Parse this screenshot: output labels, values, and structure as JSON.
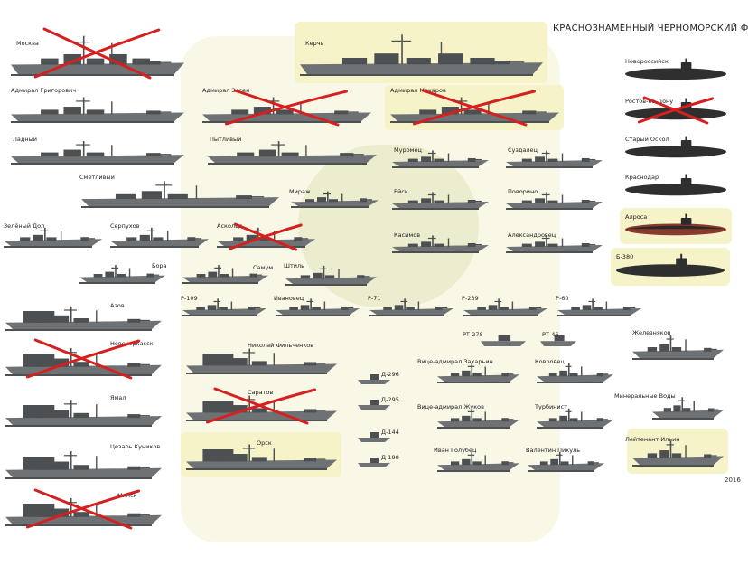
{
  "title": "КРАСНОЗНАМЕННЫЙ ЧЕРНОМОРСКИЙ ФЛОТ",
  "year": "2016",
  "colors": {
    "hull": "#6f7274",
    "hull_dark": "#4d5052",
    "sub": "#2f2f2f",
    "sub_red": "#8a3a2a",
    "highlight": "#f5f3c7",
    "cross": "#d62020"
  },
  "ships": [
    {
      "name": "Москва",
      "kind": "cruiser",
      "crossed": true,
      "highlight": false
    },
    {
      "name": "Керчь",
      "kind": "cruiser",
      "crossed": false,
      "highlight": true
    },
    {
      "name": "Адмирал Григорович",
      "kind": "frigate",
      "crossed": false,
      "highlight": false
    },
    {
      "name": "Адмирал Эссен",
      "kind": "frigate",
      "crossed": true,
      "highlight": false
    },
    {
      "name": "Адмирал Макаров",
      "kind": "frigate",
      "crossed": true,
      "highlight": true
    },
    {
      "name": "Ладный",
      "kind": "frigate",
      "crossed": false,
      "highlight": false
    },
    {
      "name": "Пытливый",
      "kind": "frigate",
      "crossed": false,
      "highlight": false
    },
    {
      "name": "Сметливый",
      "kind": "destroyer",
      "crossed": false,
      "highlight": false
    },
    {
      "name": "Муромец",
      "kind": "corvette",
      "crossed": false,
      "highlight": false
    },
    {
      "name": "Суздалец",
      "kind": "corvette",
      "crossed": false,
      "highlight": false
    },
    {
      "name": "Мираж",
      "kind": "corvette",
      "crossed": false,
      "highlight": false
    },
    {
      "name": "Ейск",
      "kind": "corvette",
      "crossed": false,
      "highlight": false
    },
    {
      "name": "Поворино",
      "kind": "corvette",
      "crossed": false,
      "highlight": false
    },
    {
      "name": "Касимов",
      "kind": "corvette",
      "crossed": false,
      "highlight": false
    },
    {
      "name": "Александровец",
      "kind": "corvette",
      "crossed": false,
      "highlight": false
    },
    {
      "name": "Зелёный Дол",
      "kind": "corvette",
      "crossed": false,
      "highlight": false
    },
    {
      "name": "Серпухов",
      "kind": "corvette",
      "crossed": false,
      "highlight": false
    },
    {
      "name": "Аскольд",
      "kind": "corvette",
      "crossed": true,
      "highlight": false
    },
    {
      "name": "Бора",
      "kind": "hovercraft",
      "crossed": false,
      "highlight": false
    },
    {
      "name": "Самум",
      "kind": "hovercraft",
      "crossed": false,
      "highlight": false
    },
    {
      "name": "Штиль",
      "kind": "corvette",
      "crossed": false,
      "highlight": false
    },
    {
      "name": "Р-109",
      "kind": "boat",
      "crossed": false,
      "highlight": false
    },
    {
      "name": "Ивановец",
      "kind": "boat",
      "crossed": false,
      "highlight": false
    },
    {
      "name": "Р-71",
      "kind": "boat",
      "crossed": false,
      "highlight": false
    },
    {
      "name": "Р-239",
      "kind": "boat",
      "crossed": false,
      "highlight": false
    },
    {
      "name": "Р-60",
      "kind": "boat",
      "crossed": false,
      "highlight": false
    },
    {
      "name": "Азов",
      "kind": "landing",
      "crossed": false,
      "highlight": false
    },
    {
      "name": "Новочеркасск",
      "kind": "landing",
      "crossed": true,
      "highlight": false
    },
    {
      "name": "Ямал",
      "kind": "landing",
      "crossed": false,
      "highlight": false
    },
    {
      "name": "Цезарь Куников",
      "kind": "landing",
      "crossed": false,
      "highlight": false
    },
    {
      "name": "Минск",
      "kind": "landing",
      "crossed": true,
      "highlight": false
    },
    {
      "name": "Николай Фильченков",
      "kind": "landing_big",
      "crossed": false,
      "highlight": false
    },
    {
      "name": "Саратов",
      "kind": "landing_big",
      "crossed": true,
      "highlight": false
    },
    {
      "name": "Орск",
      "kind": "landing_big",
      "crossed": false,
      "highlight": true
    },
    {
      "name": "Д-296",
      "kind": "tiny",
      "crossed": false,
      "highlight": false
    },
    {
      "name": "Д-295",
      "kind": "tiny",
      "crossed": false,
      "highlight": false
    },
    {
      "name": "Д-144",
      "kind": "tiny",
      "crossed": false,
      "highlight": false
    },
    {
      "name": "Д-199",
      "kind": "tiny",
      "crossed": false,
      "highlight": false
    },
    {
      "name": "РТ-278",
      "kind": "tiny",
      "crossed": false,
      "highlight": false
    },
    {
      "name": "РТ-46",
      "kind": "tiny",
      "crossed": false,
      "highlight": false
    },
    {
      "name": "Вице-адмирал Захарьин",
      "kind": "minesweeper",
      "crossed": false,
      "highlight": false
    },
    {
      "name": "Ковровец",
      "kind": "minesweeper",
      "crossed": false,
      "highlight": false
    },
    {
      "name": "Вице-адмирал Жуков",
      "kind": "minesweeper",
      "crossed": false,
      "highlight": false
    },
    {
      "name": "Турбинист",
      "kind": "minesweeper",
      "crossed": false,
      "highlight": false
    },
    {
      "name": "Иван Голубец",
      "kind": "minesweeper",
      "crossed": false,
      "highlight": false
    },
    {
      "name": "Валентин Пикуль",
      "kind": "minesweeper",
      "crossed": false,
      "highlight": false
    },
    {
      "name": "Железняков",
      "kind": "minesweeper",
      "crossed": false,
      "highlight": false
    },
    {
      "name": "Минеральные Воды",
      "kind": "minesweeper",
      "crossed": false,
      "highlight": false
    },
    {
      "name": "Лейтенант Ильин",
      "kind": "minesweeper",
      "crossed": false,
      "highlight": true
    },
    {
      "name": "Новороссийск",
      "kind": "sub",
      "crossed": false,
      "highlight": false
    },
    {
      "name": "Ростов-на-Дону",
      "kind": "sub",
      "crossed": true,
      "highlight": false
    },
    {
      "name": "Старый Оскол",
      "kind": "sub",
      "crossed": false,
      "highlight": false
    },
    {
      "name": "Краснодар",
      "kind": "sub",
      "crossed": false,
      "highlight": false
    },
    {
      "name": "Алроса",
      "kind": "sub_red",
      "crossed": false,
      "highlight": true
    },
    {
      "name": "Б-380",
      "kind": "sub_old",
      "crossed": false,
      "highlight": true
    }
  ]
}
